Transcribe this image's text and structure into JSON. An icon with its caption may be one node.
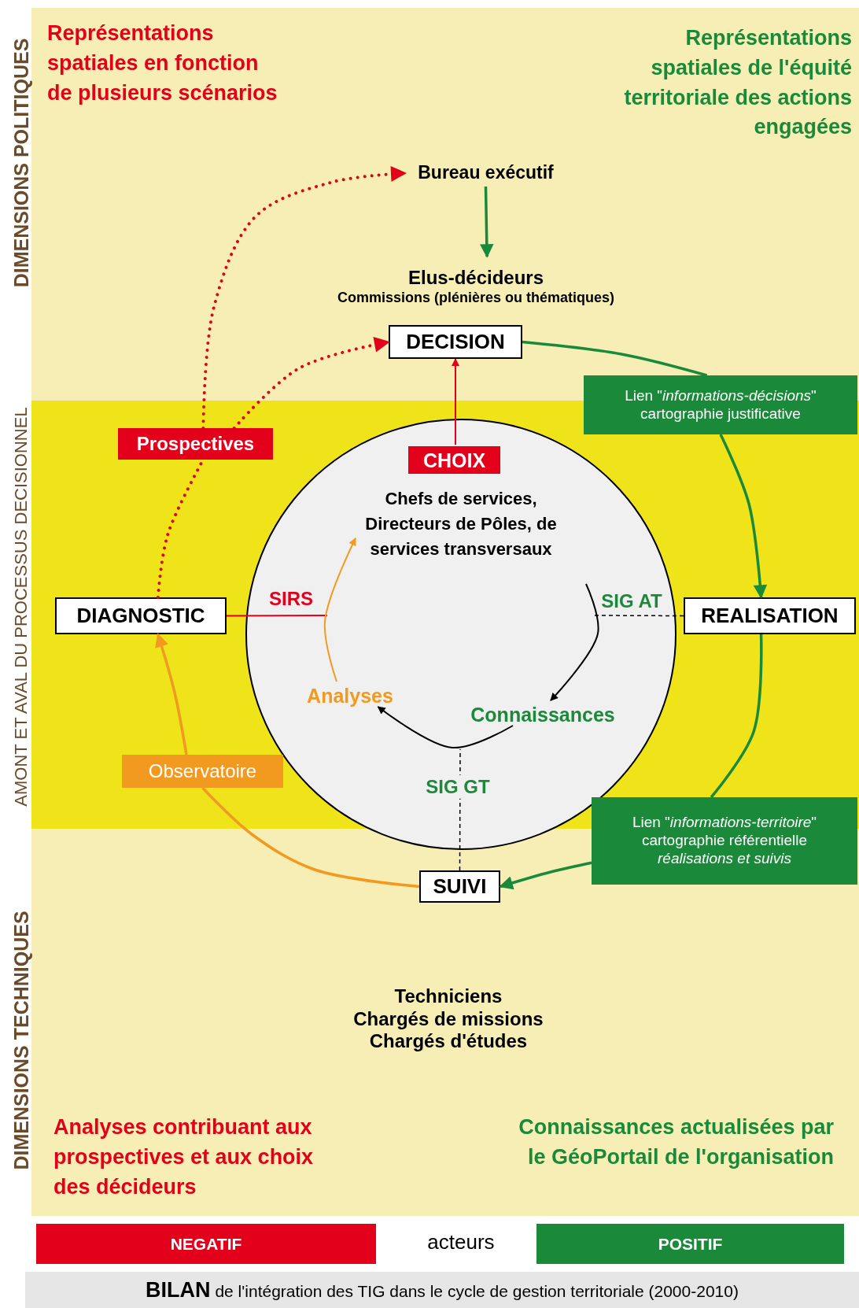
{
  "diagram": {
    "caption": "**BILAN** de l'intégration des TIG dans le cycle de gestion territoriale (2000-2010)",
    "nodes": [
      {
        "text": [
          "Bureau exécutif"
        ]
      },
      {
        "text": [
          "Elus-décideurs",
          "Commissions (plénières ou thématiques)"
        ]
      },
      {
        "text": [
          "DECISION"
        ]
      },
      {
        "text": [
          "Chefs de services, Directeurs de Pôles, de services transversaux"
        ]
      },
      {
        "text": [
          "CHOIX"
        ],
        "in": 3
      },
      {
        "text": [
          "Analyses"
        ],
        "in": 3
      },
      {
        "text": [
          "Connaissances"
        ],
        "in": 3
      },
      {
        "text": [
          "DIAGNOSTIC"
        ]
      },
      {
        "text": [
          "REALISATION"
        ]
      },
      {
        "text": [
          "SUIVI"
        ]
      },
      {
        "text": [
          "Prospectives"
        ]
      },
      {
        "text": [
          "Observatoire"
        ]
      },
      {
        "text": [
          "Lien \"*informations-décisions*\"",
          "cartographie justificative"
        ]
      },
      {
        "text": [
          "Lien \"*informations-territoire*\"",
          "cartographie référentielle *réalisations et suivis*"
        ]
      },
      {
        "text": [
          "Techniciens",
          "Chargés de missions",
          "Chargés d'études"
        ]
      }
    ],
    "edges": [
      {
        "from": 0,
        "to": 1,
        "arrow": "to",
        "color": "#1a8a3a"
      },
      {
        "from": 4,
        "to": 2,
        "arrow": "to",
        "color": "#e2001a"
      },
      {
        "from": 7,
        "to": 10,
        "arrow": "none",
        "style": "dashed",
        "color": "#e2001a"
      },
      {
        "from": 10,
        "to": 0,
        "arrow": "to",
        "style": "dashed",
        "color": "#e2001a"
      },
      {
        "from": 10,
        "to": 2,
        "arrow": "to",
        "style": "dashed",
        "color": "#e2001a"
      },
      {
        "from": 2,
        "to": 12,
        "arrow": "none",
        "color": "#1a8a3a"
      },
      {
        "from": 12,
        "to": 8,
        "arrow": "to",
        "color": "#1a8a3a"
      },
      {
        "from": 8,
        "to": 13,
        "arrow": "none",
        "color": "#1a8a3a"
      },
      {
        "from": 13,
        "to": 9,
        "arrow": "to",
        "color": "#1a8a3a"
      },
      {
        "from": 9,
        "to": 11,
        "arrow": "none",
        "color": "#f29a1f"
      },
      {
        "from": 11,
        "to": 7,
        "arrow": "to",
        "color": "#f29a1f"
      },
      {
        "from": 7,
        "to": null,
        "arrow": "none",
        "label": "SIRS",
        "color": "#e2001a"
      },
      {
        "from": 8,
        "to": null,
        "arrow": "none",
        "label": "SIG AT",
        "style": "dashed",
        "color": "#000000"
      },
      {
        "from": 9,
        "to": null,
        "arrow": "none",
        "label": "SIG GT",
        "style": "dashed",
        "color": "#000000"
      },
      {
        "from": null,
        "to": 6,
        "arrow": "to",
        "color": "#000000"
      },
      {
        "from": 6,
        "to": 5,
        "arrow": "to",
        "color": "#000000"
      },
      {
        "from": 5,
        "to": null,
        "arrow": "to",
        "color": "#f29a1f"
      }
    ],
    "labels": [
      "DIMENSIONS POLITIQUES",
      "Représentations spatiales en fonction de plusieurs scénarios",
      "Représentations spatiales de l'équité territoriale des actions engagées",
      "AMONT ET AVAL DU PROCESSUS DECISIONNEL",
      "DIMENSIONS TECHNIQUES",
      "Analyses contribuant aux prospectives et aux choix des décideurs",
      "Connaissances actualisées par le GéoPortail de l'organisation",
      "acteurs"
    ],
    "legend": [
      {
        "text": "NEGATIF",
        "color": "#e2001a"
      },
      {
        "text": "POSITIF",
        "color": "#1a8a3a"
      }
    ]
  }
}
